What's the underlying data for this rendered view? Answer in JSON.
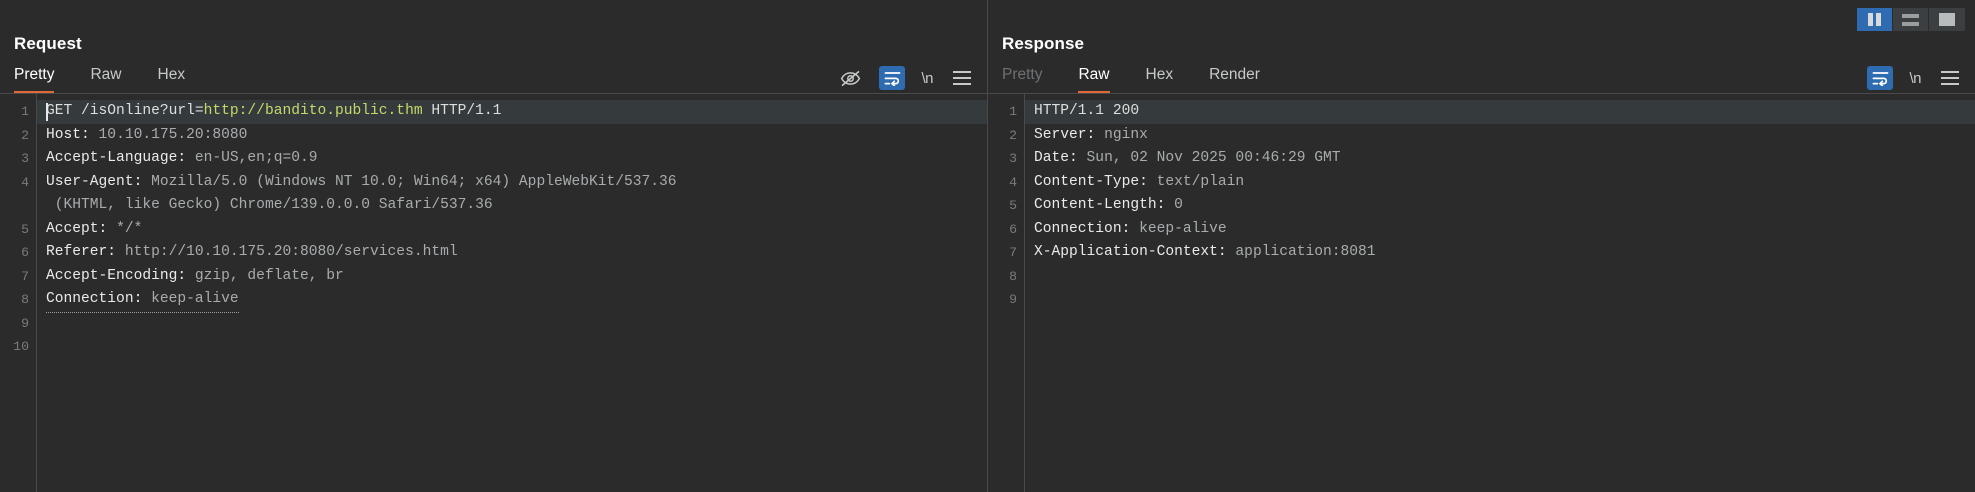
{
  "window": {
    "layout_buttons": [
      {
        "name": "vertical-split",
        "label": "",
        "active": true
      },
      {
        "name": "horizontal-split",
        "label": "",
        "active": false
      },
      {
        "name": "single-pane",
        "label": "",
        "active": false
      }
    ]
  },
  "colors": {
    "accent_orange": "#e3683c",
    "accent_blue": "#2f6bb0",
    "background": "#2b2b2b",
    "panel": "#3c3f41",
    "text": "#cfd2d3",
    "url_value": "#c5d96a",
    "current_line": "#353a3c"
  },
  "request": {
    "title": "Request",
    "tabs": [
      {
        "label": "Pretty",
        "active": true,
        "disabled": false
      },
      {
        "label": "Raw",
        "active": false,
        "disabled": false
      },
      {
        "label": "Hex",
        "active": false,
        "disabled": false
      }
    ],
    "tools": [
      {
        "name": "eye-slash-icon",
        "active": false
      },
      {
        "name": "word-wrap-icon",
        "active": true
      },
      {
        "name": "newline-icon",
        "label": "\\n",
        "active": false
      },
      {
        "name": "menu-icon",
        "active": false
      }
    ],
    "line_numbers": [
      "1",
      "2",
      "3",
      "4",
      "5",
      "6",
      "7",
      "8",
      "9",
      "10"
    ],
    "lines": [
      {
        "number": "1",
        "current": true,
        "caret": true,
        "segments": [
          {
            "text": "GET /isOnline?url=",
            "style": "plain"
          },
          {
            "text": "http://bandito.public.thm",
            "style": "url"
          },
          {
            "text": " HTTP/1.1",
            "style": "plain"
          }
        ]
      },
      {
        "number": "2",
        "segments": [
          {
            "text": "Host:",
            "style": "name"
          },
          {
            "text": " 10.10.175.20:8080",
            "style": "value"
          }
        ]
      },
      {
        "number": "3",
        "segments": [
          {
            "text": "Accept-Language:",
            "style": "name"
          },
          {
            "text": " en-US,en;q=0.9",
            "style": "value"
          }
        ]
      },
      {
        "number": "4",
        "segments": [
          {
            "text": "User-Agent:",
            "style": "name"
          },
          {
            "text": " Mozilla/5.0 (Windows NT 10.0; Win64; x64) AppleWebKit/537.36",
            "style": "value"
          }
        ]
      },
      {
        "number": "",
        "wrapped": true,
        "segments": [
          {
            "text": " (KHTML, like Gecko) Chrome/139.0.0.0 Safari/537.36",
            "style": "value"
          }
        ]
      },
      {
        "number": "5",
        "segments": [
          {
            "text": "Accept:",
            "style": "name"
          },
          {
            "text": " */*",
            "style": "value"
          }
        ]
      },
      {
        "number": "6",
        "segments": [
          {
            "text": "Referer:",
            "style": "name"
          },
          {
            "text": " http://10.10.175.20:8080/services.html",
            "style": "value"
          }
        ]
      },
      {
        "number": "7",
        "segments": [
          {
            "text": "Accept-Encoding:",
            "style": "name"
          },
          {
            "text": " gzip, deflate, br",
            "style": "value"
          }
        ]
      },
      {
        "number": "8",
        "focus": true,
        "segments": [
          {
            "text": "Connection:",
            "style": "name"
          },
          {
            "text": " keep-alive",
            "style": "value"
          }
        ]
      },
      {
        "number": "9",
        "segments": []
      },
      {
        "number": "10",
        "segments": []
      }
    ]
  },
  "response": {
    "title": "Response",
    "tabs": [
      {
        "label": "Pretty",
        "active": false,
        "disabled": true
      },
      {
        "label": "Raw",
        "active": true,
        "disabled": false
      },
      {
        "label": "Hex",
        "active": false,
        "disabled": false
      },
      {
        "label": "Render",
        "active": false,
        "disabled": false
      }
    ],
    "tools": [
      {
        "name": "word-wrap-icon",
        "active": true
      },
      {
        "name": "newline-icon",
        "label": "\\n",
        "active": false
      },
      {
        "name": "menu-icon",
        "active": false
      }
    ],
    "line_numbers": [
      "1",
      "2",
      "3",
      "4",
      "5",
      "6",
      "7",
      "8",
      "9"
    ],
    "lines": [
      {
        "number": "1",
        "current": true,
        "segments": [
          {
            "text": "HTTP/1.1 200",
            "style": "plain"
          }
        ]
      },
      {
        "number": "2",
        "segments": [
          {
            "text": "Server:",
            "style": "name"
          },
          {
            "text": " nginx",
            "style": "value"
          }
        ]
      },
      {
        "number": "3",
        "segments": [
          {
            "text": "Date:",
            "style": "name"
          },
          {
            "text": " Sun, 02 Nov 2025 00:46:29 GMT",
            "style": "value"
          }
        ]
      },
      {
        "number": "4",
        "segments": [
          {
            "text": "Content-Type:",
            "style": "name"
          },
          {
            "text": " text/plain",
            "style": "value"
          }
        ]
      },
      {
        "number": "5",
        "segments": [
          {
            "text": "Content-Length:",
            "style": "name"
          },
          {
            "text": " 0",
            "style": "value"
          }
        ]
      },
      {
        "number": "6",
        "segments": [
          {
            "text": "Connection:",
            "style": "name"
          },
          {
            "text": " keep-alive",
            "style": "value"
          }
        ]
      },
      {
        "number": "7",
        "segments": [
          {
            "text": "X-Application-Context:",
            "style": "name"
          },
          {
            "text": " application:8081",
            "style": "value"
          }
        ]
      },
      {
        "number": "8",
        "segments": []
      },
      {
        "number": "9",
        "segments": []
      }
    ]
  }
}
